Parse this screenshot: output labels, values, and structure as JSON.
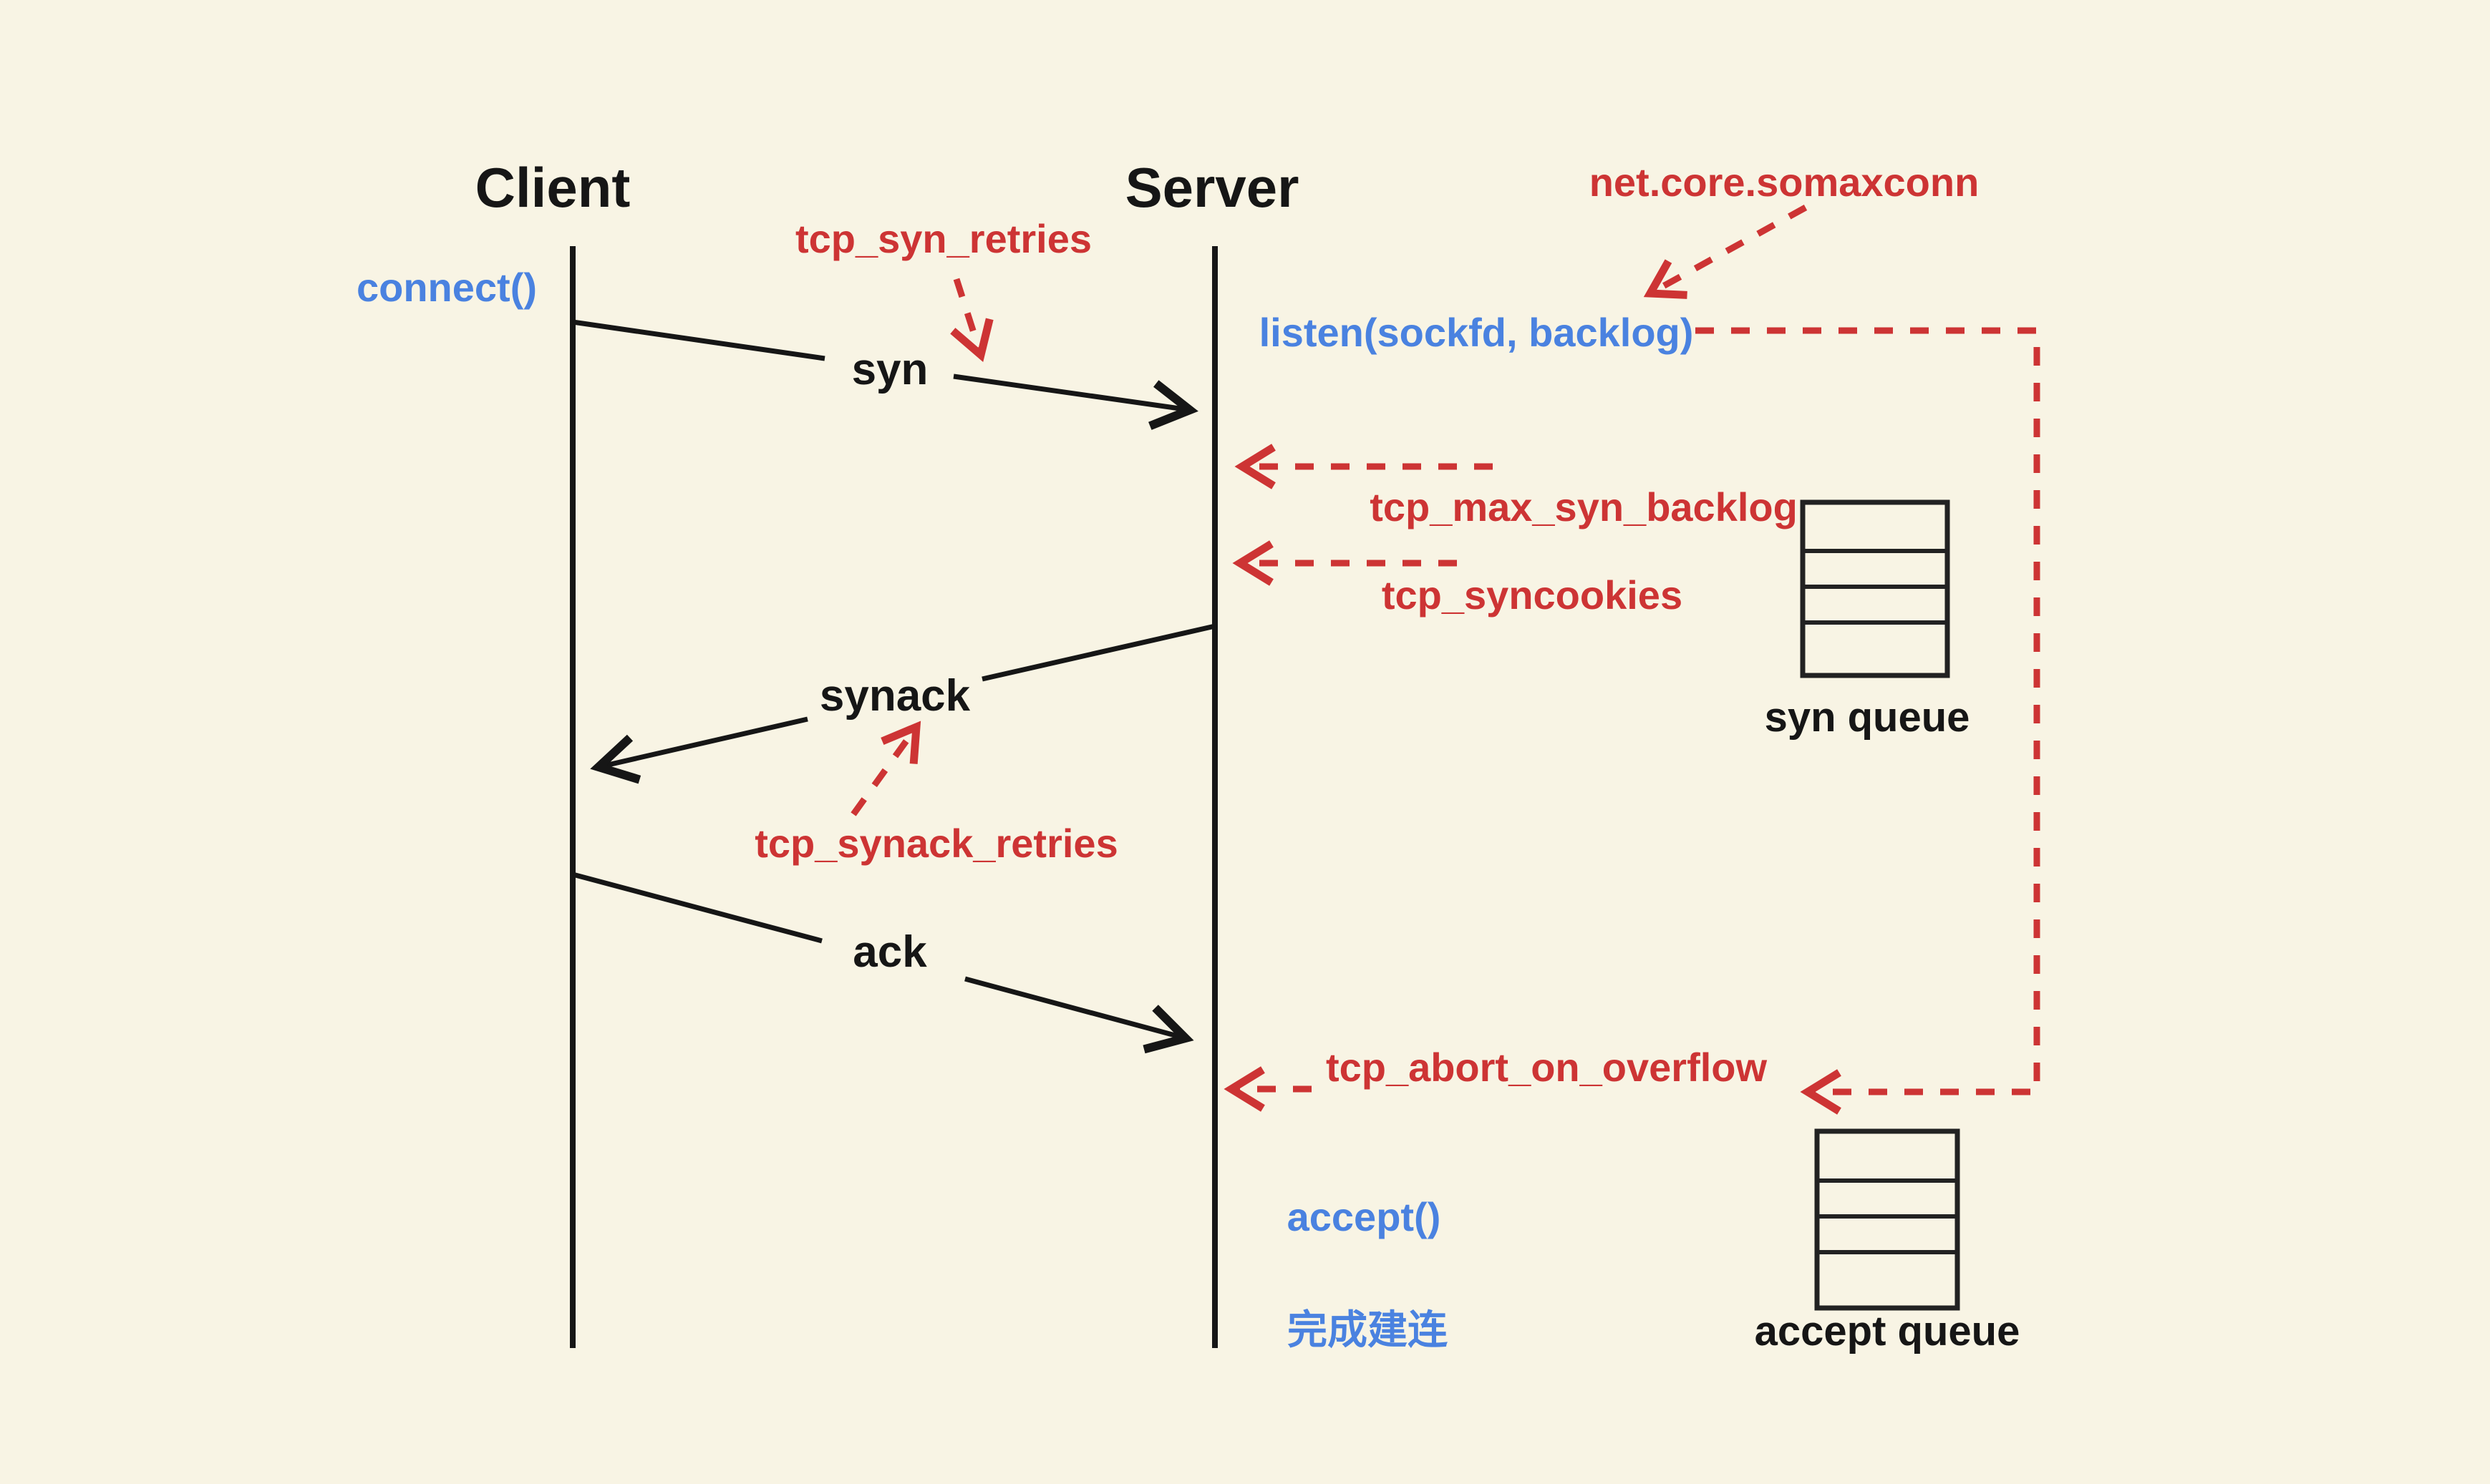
{
  "diagram": {
    "type": "tcp-three-way-handshake-sequence",
    "actors": {
      "client": "Client",
      "server": "Server"
    },
    "syscalls": {
      "connect": "connect()",
      "listen": "listen(sockfd, backlog)",
      "accept": "accept()",
      "established": "完成建连"
    },
    "messages": {
      "syn": "syn",
      "synack": "synack",
      "ack": "ack"
    },
    "kernel_params": {
      "syn_retries": "tcp_syn_retries",
      "somaxconn": "net.core.somaxconn",
      "max_syn_backlog": "tcp_max_syn_backlog",
      "syncookies": "tcp_syncookies",
      "synack_retries": "tcp_synack_retries",
      "abort_on_overflow": "tcp_abort_on_overflow"
    },
    "queues": {
      "syn_queue_label": "syn queue",
      "accept_queue_label": "accept queue",
      "rows_per_queue": 4
    },
    "colors": {
      "background": "#f8f4e4",
      "line_black": "#161616",
      "annotation_red": "#cd3434",
      "syscall_blue": "#4a82e0"
    }
  }
}
